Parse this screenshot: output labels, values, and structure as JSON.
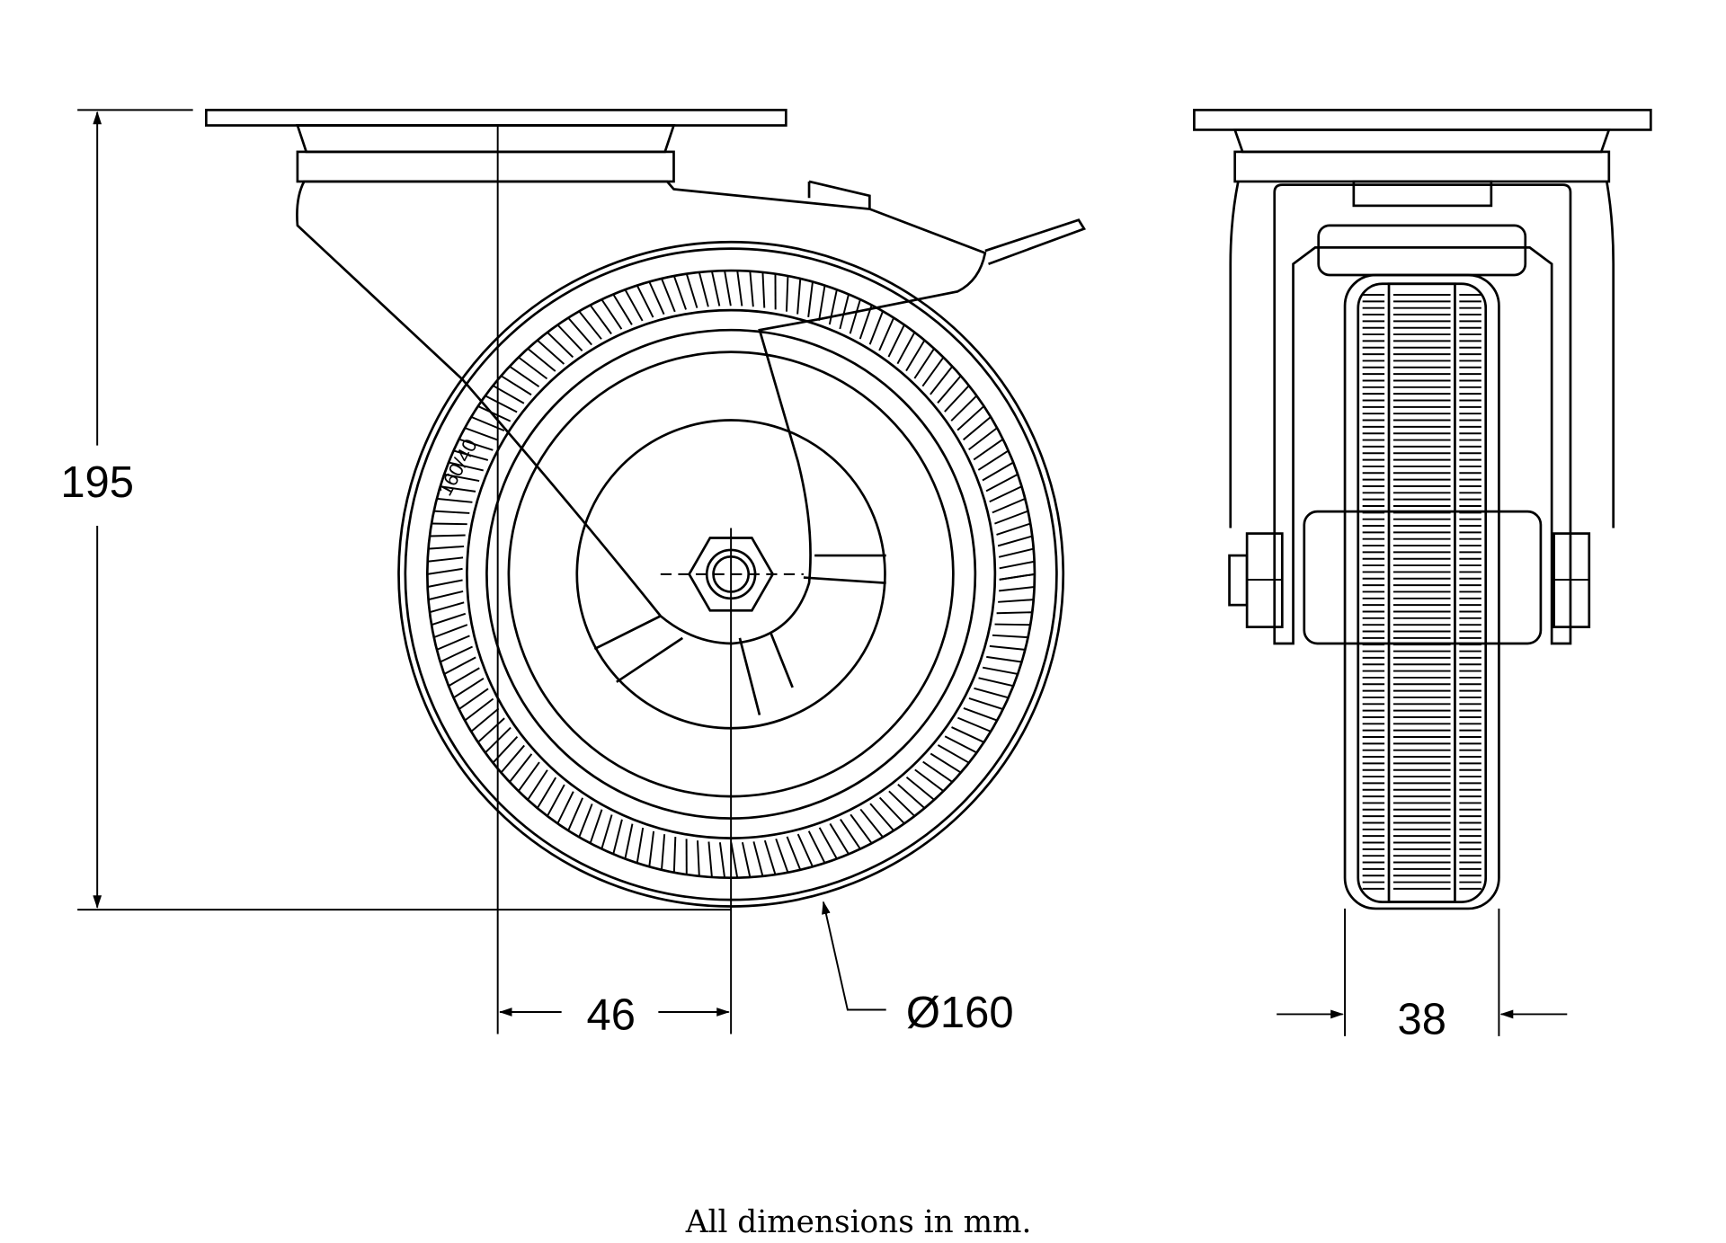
{
  "dimensions": {
    "height": "195",
    "offset": "46",
    "diameter": "Ø160",
    "width": "38"
  },
  "wheel_marking": "160/40",
  "caption": "All dimensions in mm.",
  "colors": {
    "line": "#000000",
    "background": "#ffffff"
  }
}
